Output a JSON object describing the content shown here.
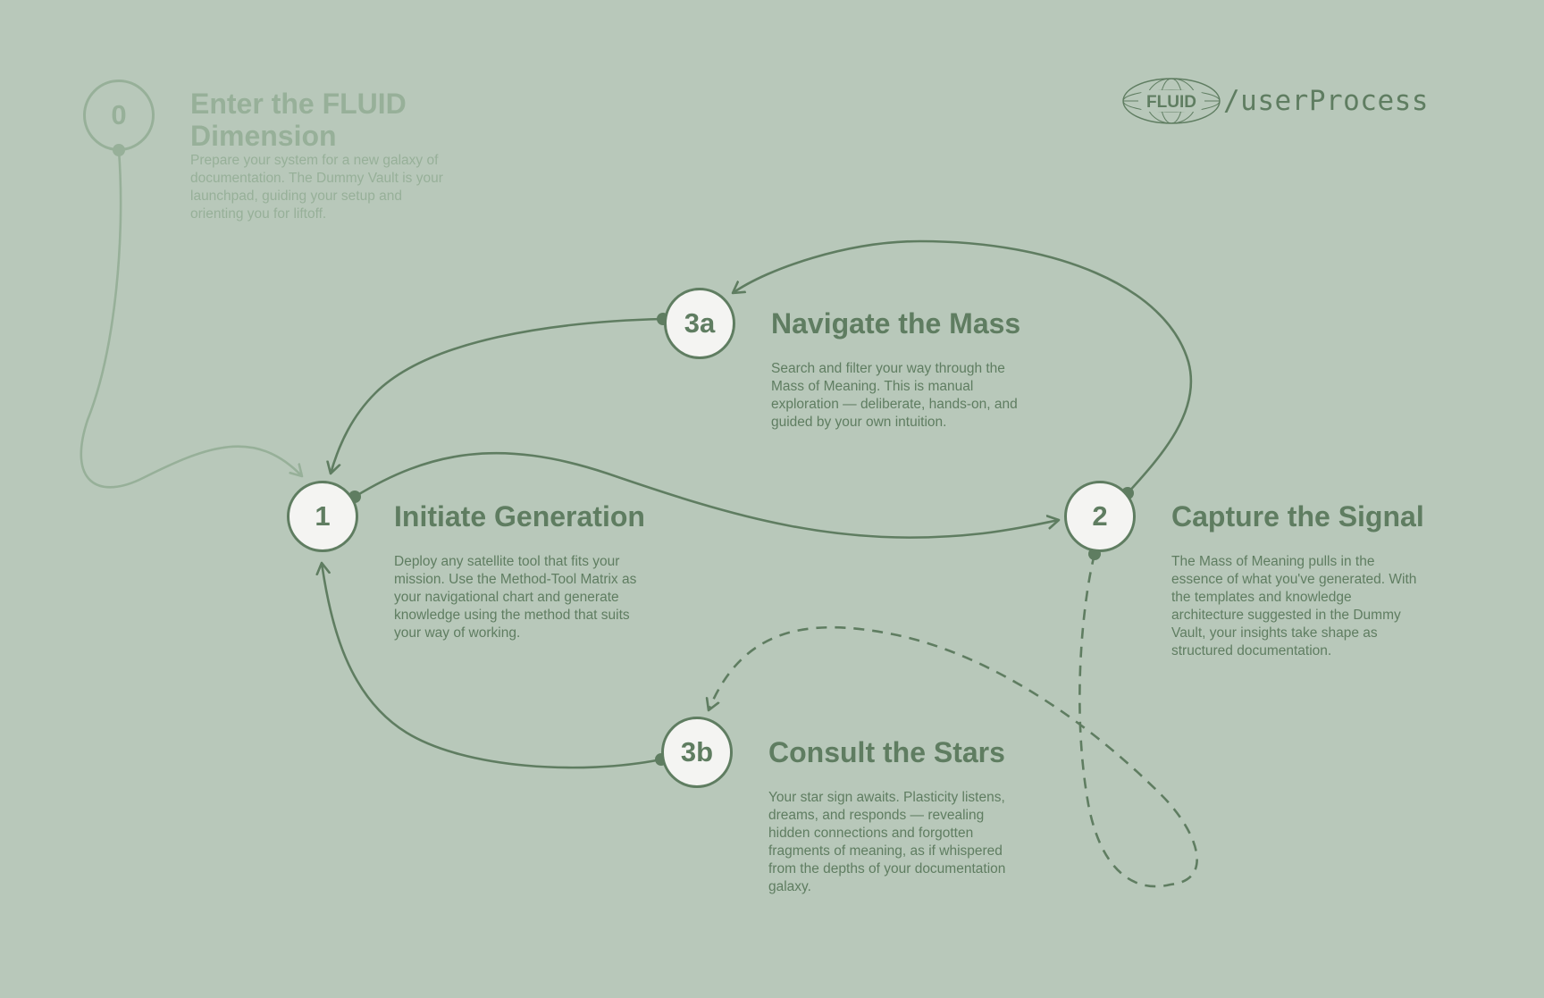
{
  "brand": {
    "logo_text": "FLUID",
    "path_text": "/userProcess"
  },
  "colors": {
    "background": "#b8c8ba",
    "primary": "#5f7d61",
    "faded": "#97b099",
    "node_fill": "#f4f4f2"
  },
  "steps": [
    {
      "id": "0",
      "title": "Enter the FLUID Dimension",
      "description": "Prepare your system for a new galaxy of documentation. The Dummy Vault is your launchpad, guiding your setup and orienting you for liftoff."
    },
    {
      "id": "1",
      "title": "Initiate Generation",
      "description": "Deploy any satellite tool that fits your mission. Use the Method-Tool Matrix as your navigational chart and generate knowledge using the method that suits your way of working."
    },
    {
      "id": "2",
      "title": "Capture the Signal",
      "description": "The Mass of Meaning pulls in the essence of what you've generated. With the templates and knowledge architecture suggested in the Dummy Vault, your insights take shape as structured documentation."
    },
    {
      "id": "3a",
      "title": "Navigate the Mass",
      "description": "Search and filter your way through the Mass of Meaning. This is manual exploration — deliberate, hands-on, and guided by your own intuition."
    },
    {
      "id": "3b",
      "title": "Consult the Stars",
      "description": "Your star sign awaits. Plasticity listens, dreams, and responds — revealing hidden connections and forgotten fragments of meaning, as if whispered from the depths of your documentation galaxy."
    }
  ]
}
